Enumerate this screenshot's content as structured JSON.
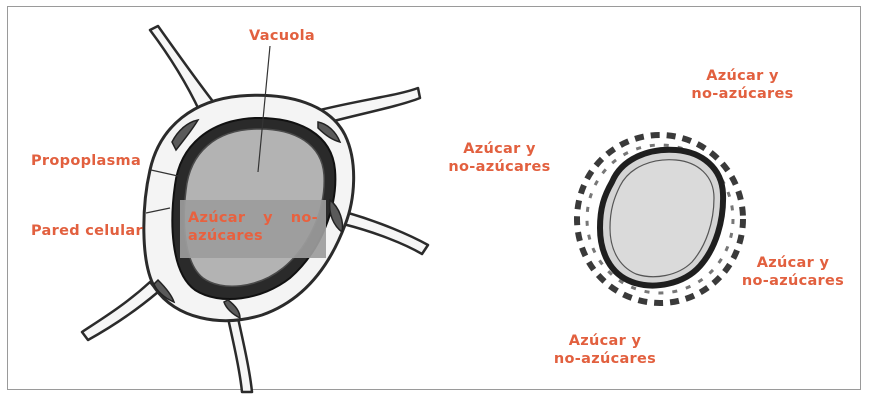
{
  "diagram": {
    "labels": {
      "vacuola": "Vacuola",
      "propoplasma": "Propoplasma",
      "pared_celular": "Pared celular",
      "inner": "Azúcar y no-azúcares"
    },
    "outer_labels": [
      {
        "line1": "Azúcar y",
        "line2": "no-azúcares"
      },
      {
        "line1": "Azúcar y",
        "line2": "no-azúcares"
      },
      {
        "line1": "Azúcar y",
        "line2": "no-azúcares"
      },
      {
        "line1": "Azúcar y",
        "line2": "no-azúcares"
      }
    ],
    "colors": {
      "label": "#e2603f",
      "vacuole_fill": "#b3b3b3",
      "wall": "#2b2b2b",
      "cytoplasm": "#1d1d1d"
    }
  }
}
